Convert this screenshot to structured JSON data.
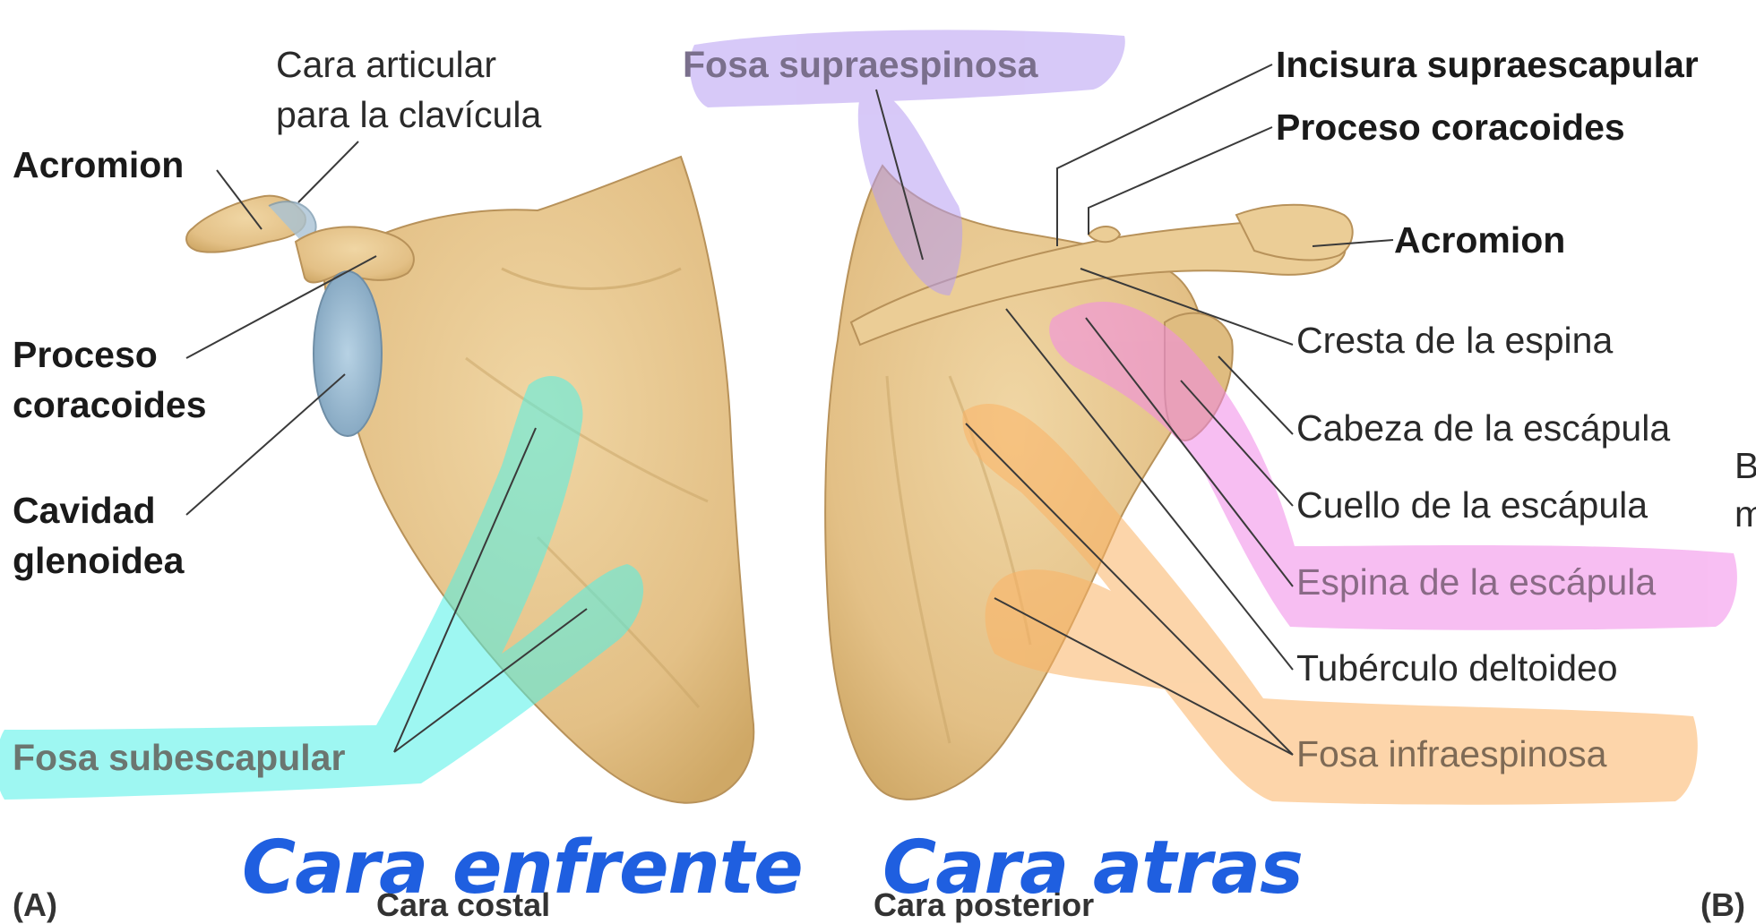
{
  "colors": {
    "bone": "#e6c68f",
    "bone_dark": "#c9a467",
    "glenoid": "#9fbfd6",
    "highlight_purple": "#b79cf2",
    "highlight_teal": "#4ef0e8",
    "highlight_green": "#7ee0b0",
    "highlight_pink": "#f28ae9",
    "highlight_orange": "#fbb365",
    "handwriting": "#1f5fe0"
  },
  "left_labels": {
    "acromion": "Acromion",
    "articular_line1": "Cara articular",
    "articular_line2": "para la clavícula",
    "coracoid_line1": "Proceso",
    "coracoid_line2": "coracoides",
    "glenoid_line1": "Cavidad",
    "glenoid_line2": "glenoidea",
    "subscapular": "Fosa subescapular",
    "panel_letter": "(A)",
    "panel_caption": "Cara costal"
  },
  "right_labels": {
    "supraspinous": "Fosa supraespinosa",
    "notch": "Incisura supraescapular",
    "coracoid": "Proceso coracoides",
    "acromion": "Acromion",
    "spine_crest": "Cresta de la espina",
    "head": "Cabeza de la escápula",
    "neck": "Cuello de la escápula",
    "spine": "Espina de la escápula",
    "deltoid_tubercle": "Tubérculo deltoideo",
    "infraspinous": "Fosa infraespinosa",
    "panel_caption": "Cara posterior",
    "edge_letter_1": "B",
    "edge_letter_2": "m",
    "panel_letter": "(B)"
  },
  "handwritten": {
    "front": "Cara enfrente",
    "back": "Cara atras"
  }
}
